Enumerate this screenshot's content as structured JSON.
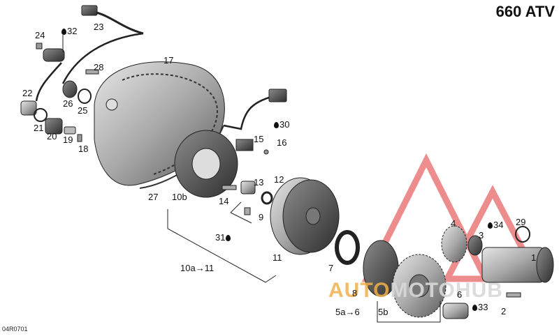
{
  "title": "660 ATV",
  "diagram_code": "04R0701",
  "watermark": {
    "part1": "AUTO",
    "part2": "MOTO",
    "part3": "HUB"
  },
  "callouts": {
    "c1": "1",
    "c2": "2",
    "c3": "3",
    "c4": "4",
    "c5a": "5a",
    "c5a_arrow": "→",
    "c5a_to": "6",
    "c5b": "5b",
    "c6": "6",
    "c7": "7",
    "c8": "8",
    "c9": "9",
    "c10a": "10a",
    "c10a_arrow": "→",
    "c10a_to": "11",
    "c10b": "10b",
    "c11": "11",
    "c12": "12",
    "c13": "13",
    "c14": "14",
    "c15": "15",
    "c16": "16",
    "c17": "17",
    "c18": "18",
    "c19": "19",
    "c20": "20",
    "c21": "21",
    "c22": "22",
    "c23": "23",
    "c24": "24",
    "c25": "25",
    "c26": "26",
    "c27": "27",
    "c28": "28",
    "c29": "29",
    "c30": "30",
    "c31": "31",
    "c32": "32",
    "c33": "33",
    "c34": "34"
  },
  "colors": {
    "line": "#222222",
    "part_dark": "#555555",
    "part_mid": "#9a9a9a",
    "part_light": "#d0d0d0",
    "watermark_red": "#e03030",
    "watermark_orange": "#f0b04a"
  }
}
